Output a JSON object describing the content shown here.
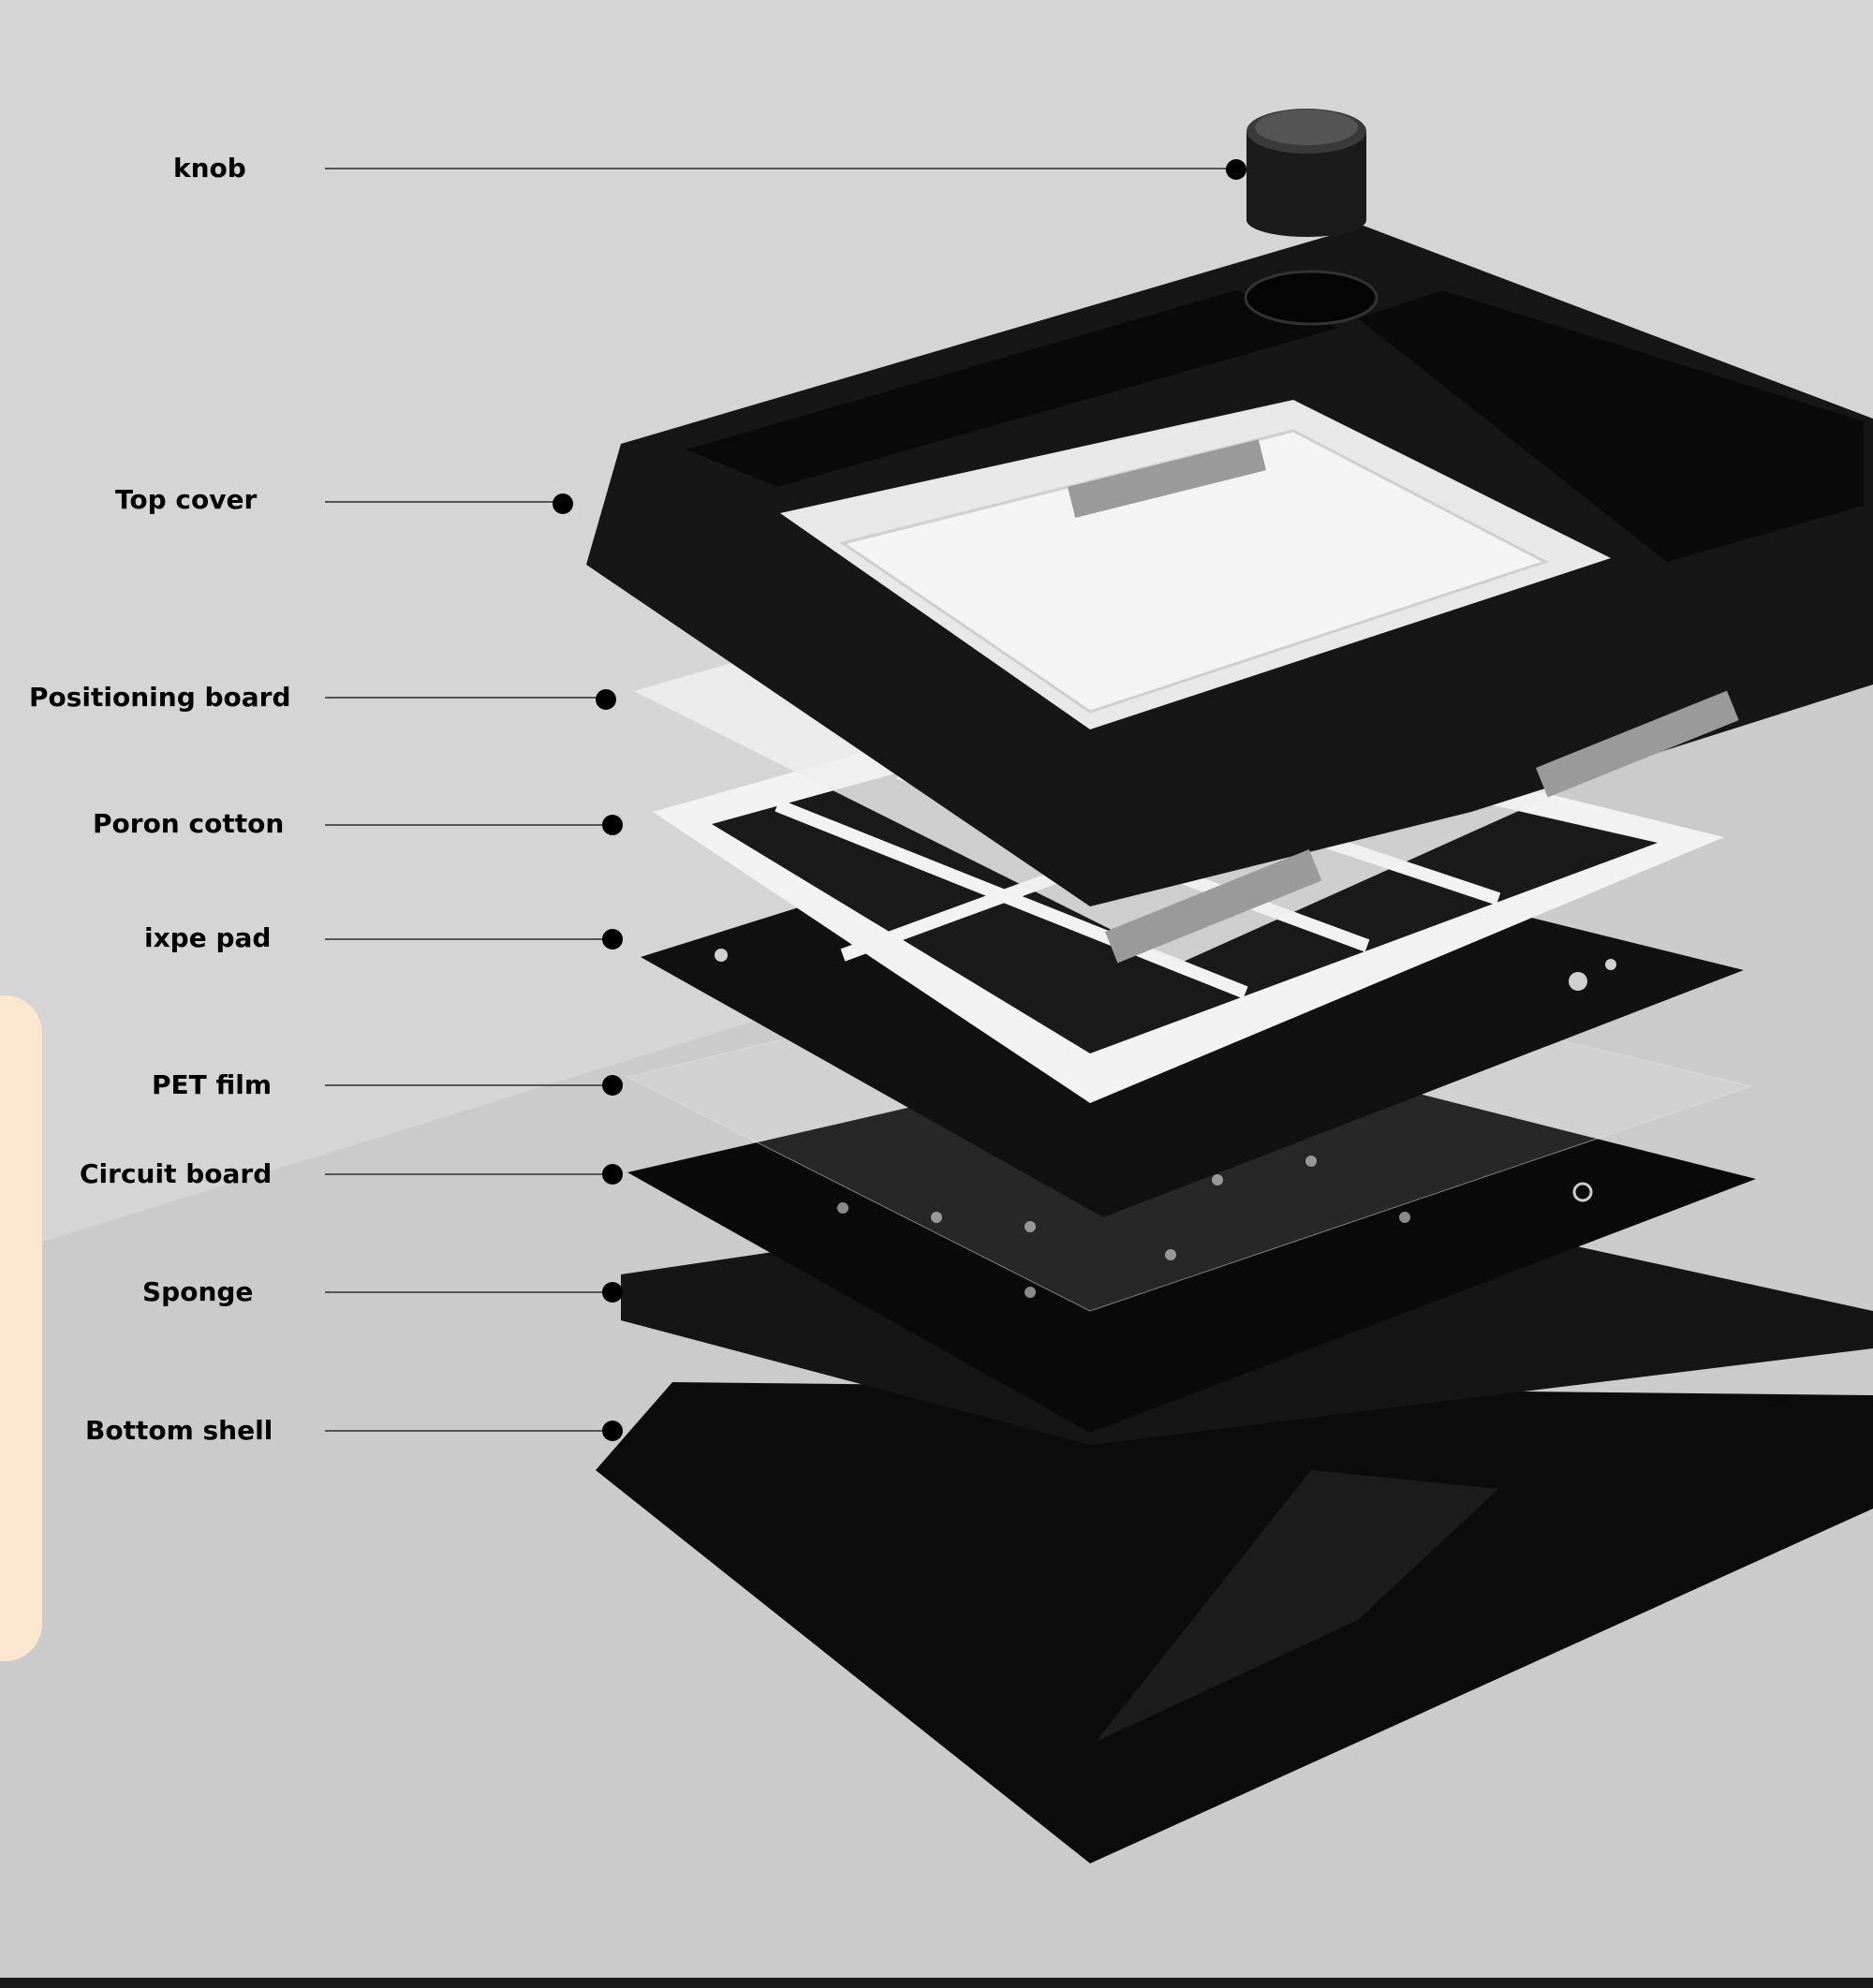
{
  "diagram": {
    "labels": [
      {
        "text": "knob"
      },
      {
        "text": "Top cover"
      },
      {
        "text": "Positioning board"
      },
      {
        "text": "Poron cotton"
      },
      {
        "text": "ixpe pad"
      },
      {
        "text": "PET film"
      },
      {
        "text": "Circuit board"
      },
      {
        "text": "Sponge"
      },
      {
        "text": "Bottom shell"
      }
    ],
    "colors": {
      "background": "#d5d5d5",
      "text": "#000000",
      "side_panel": "#fde6cf",
      "parts_dark": "#141414",
      "parts_white": "#f2f2f2"
    }
  }
}
